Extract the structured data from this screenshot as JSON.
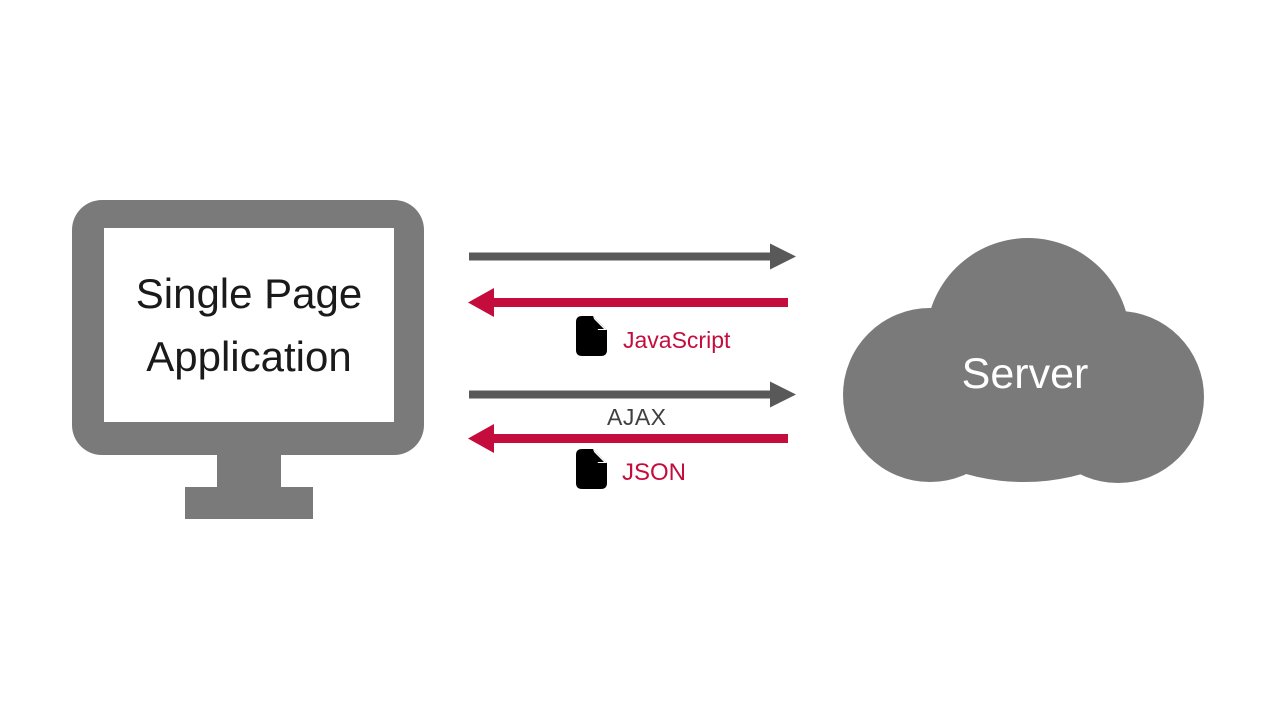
{
  "monitor": {
    "label": "Single Page\nApplication"
  },
  "cloud": {
    "label": "Server"
  },
  "arrows": {
    "top_request": {
      "direction": "right",
      "label": ""
    },
    "js_response": {
      "direction": "left",
      "label": "JavaScript",
      "icon": "file-icon"
    },
    "ajax_request": {
      "direction": "right",
      "label": "AJAX"
    },
    "json_response": {
      "direction": "left",
      "label": "JSON",
      "icon": "file-icon"
    }
  },
  "colors": {
    "shape_gray": "#7a7a7a",
    "arrow_gray": "#595959",
    "accent_red": "#c40d3c",
    "ajax_text": "#404040",
    "monitor_text": "#1a1a1a",
    "server_text": "#ffffff",
    "background": "#ffffff",
    "file_icon": "#000000"
  }
}
